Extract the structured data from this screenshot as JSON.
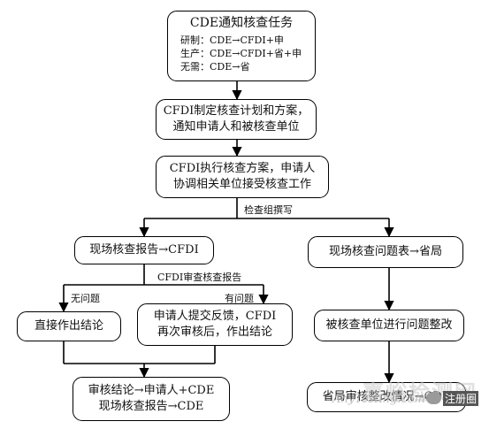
{
  "nodes": {
    "task": {
      "title": "CDE通知核查任务",
      "lines": [
        "研制：CDE→CFDI+申",
        "生产：CDE→CFDI+省+申",
        "无需：CDE→省"
      ]
    },
    "plan": [
      "CFDI制定核查计划和方案，",
      "通知申请人和被核查单位"
    ],
    "execute": [
      "CFDI执行核查方案，申请人",
      "协调相关单位接受核查工作"
    ],
    "report": "现场核查报告→CFDI",
    "issue_list": "现场核查问题表→省局",
    "direct": "直接作出结论",
    "feedback": [
      "申请人提交反馈，CFDI",
      "再次审核后，作出结论"
    ],
    "rectify": "被核查单位进行问题整改",
    "conclusion": [
      "审核结论→申请人+CDE",
      "现场核查报告→CDE"
    ],
    "province": "省局审核整改情况→CDE"
  },
  "edge_labels": {
    "compile": "检查组撰写",
    "review": "CFDI审查核查报告",
    "no_issue": "无问题",
    "has_issue": "有问题"
  },
  "watermark": {
    "text": "嘉峪检测网",
    "sub": "AnyTesting.com",
    "tag": "注册圈",
    "icon": "wechat-icon"
  }
}
